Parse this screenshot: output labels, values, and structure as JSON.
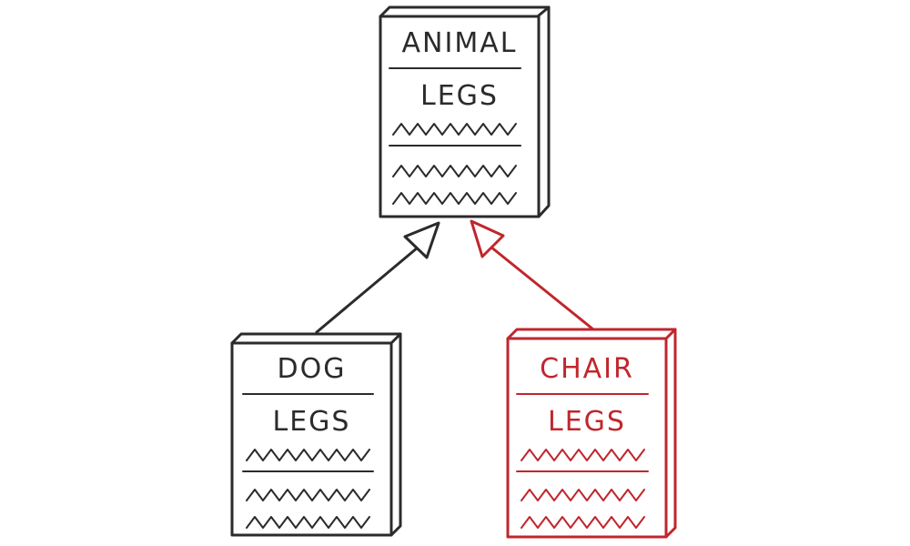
{
  "colors": {
    "ink": "#2b2b2b",
    "accent": "#c0262d",
    "background": "#ffffff"
  },
  "classes": {
    "animal": {
      "name": "ANIMAL",
      "member": "LEGS"
    },
    "dog": {
      "name": "DOG",
      "member": "LEGS"
    },
    "chair": {
      "name": "CHAIR",
      "member": "LEGS"
    }
  },
  "relations": [
    {
      "from": "DOG",
      "to": "ANIMAL",
      "kind": "inheritance"
    },
    {
      "from": "CHAIR",
      "to": "ANIMAL",
      "kind": "inheritance"
    }
  ]
}
